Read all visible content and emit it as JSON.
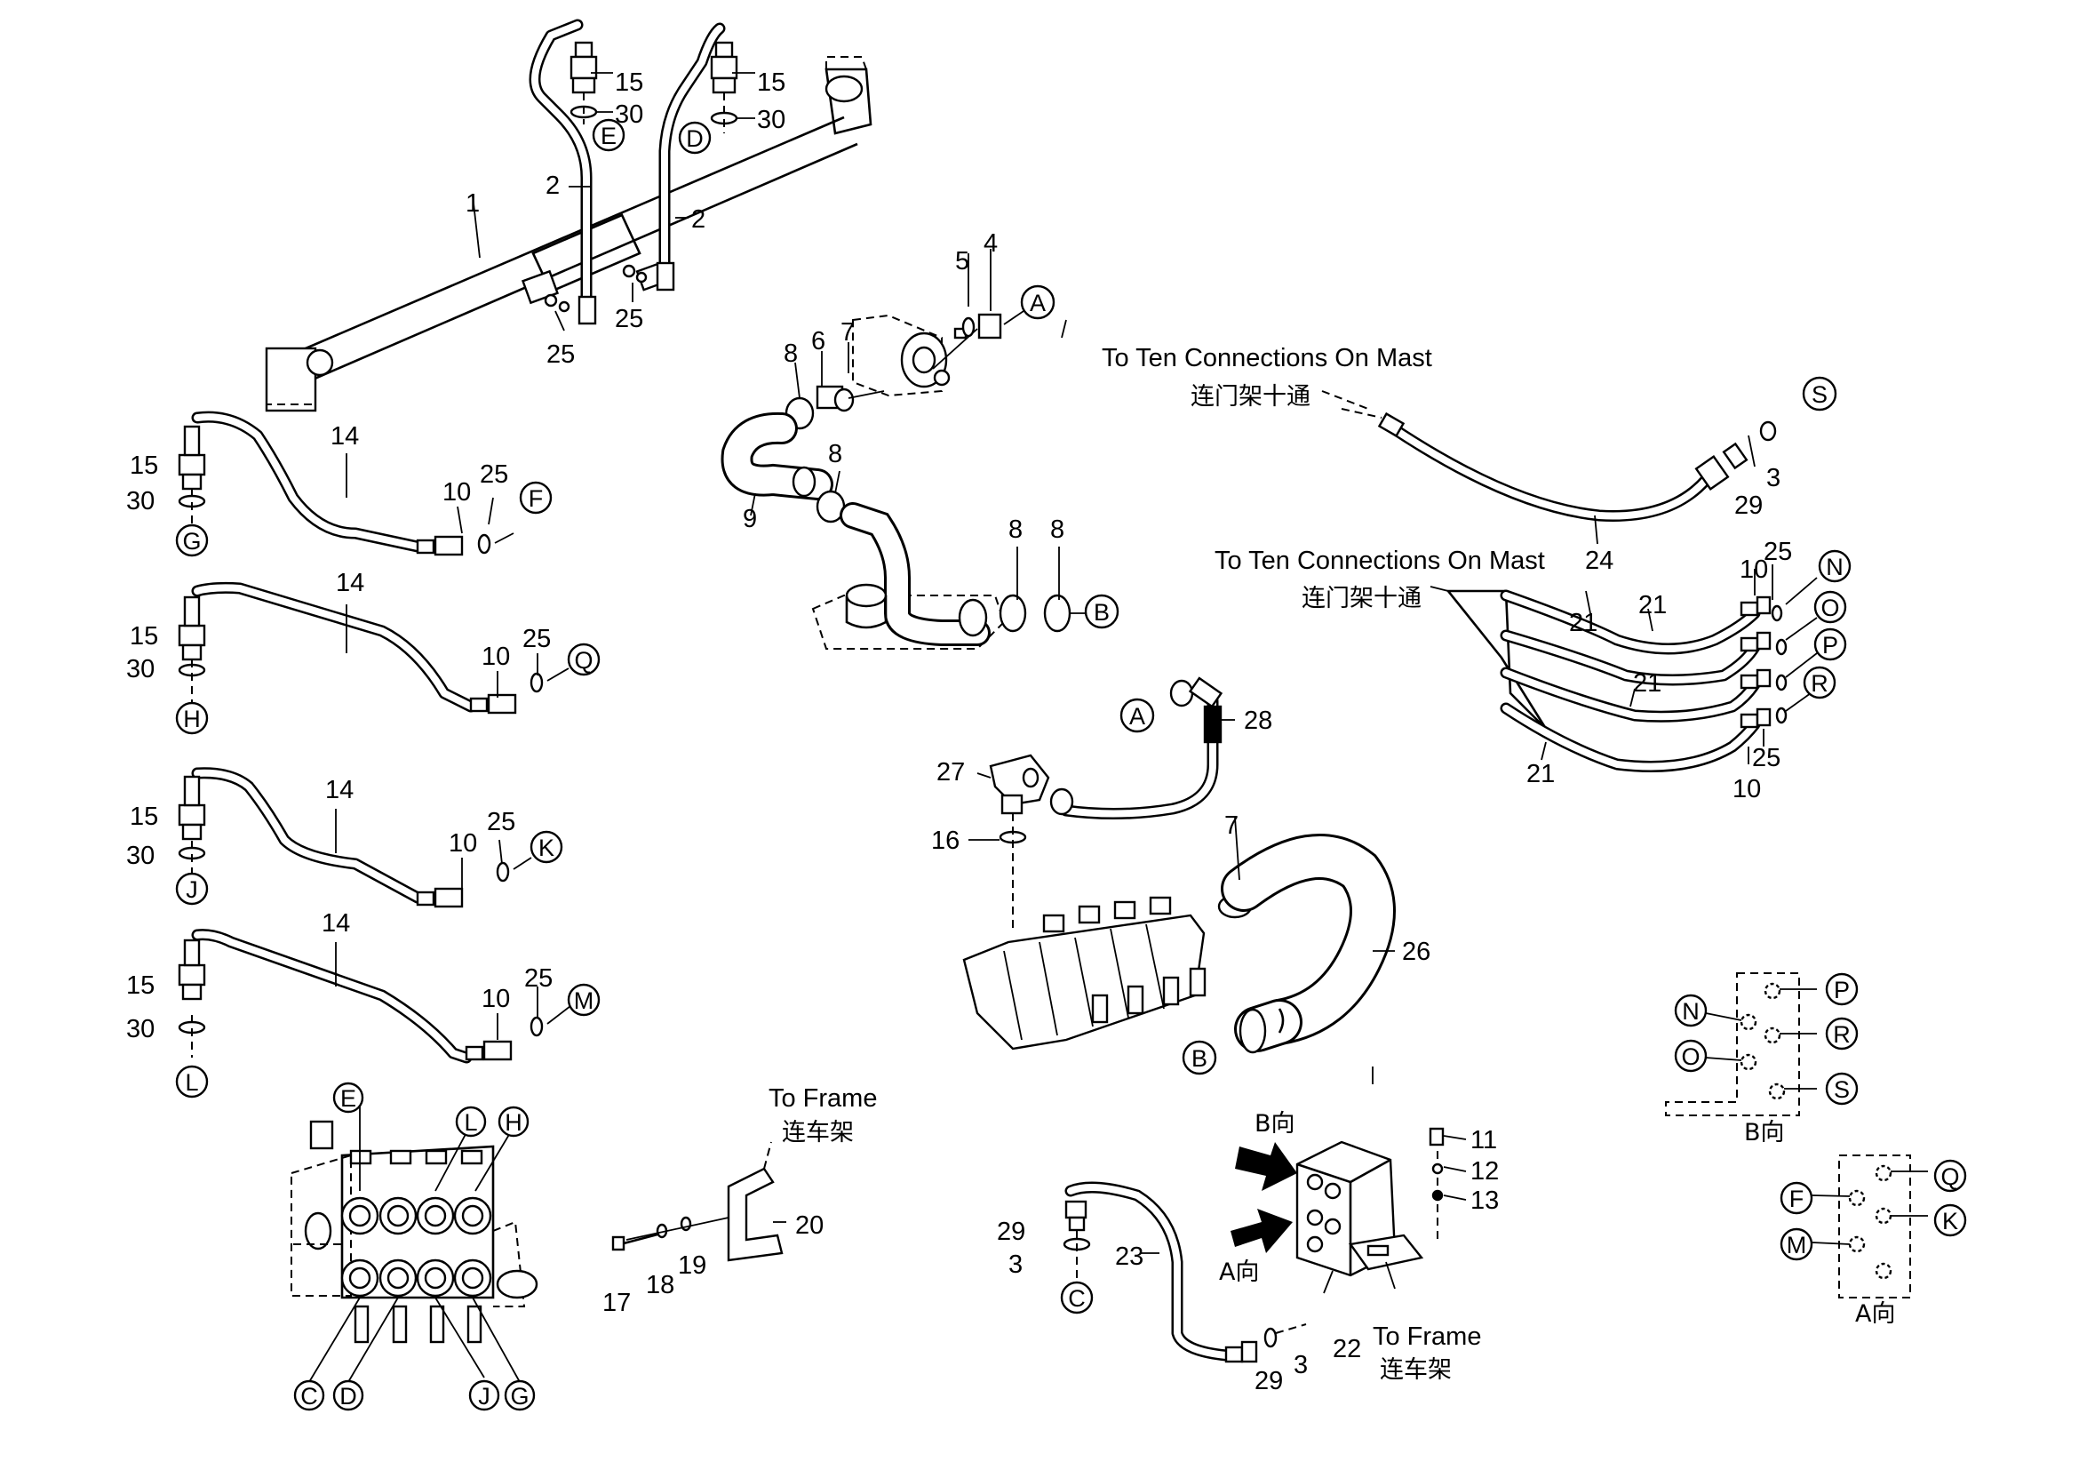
{
  "labels": {
    "l1": "1",
    "l2a": "2",
    "l2b": "2",
    "l3a": "3",
    "l3b": "3",
    "l3c": "3",
    "l4": "4",
    "l5": "5",
    "l6": "6",
    "l7a": "7",
    "l7b": "7",
    "l8a": "8",
    "l8b": "8",
    "l8c": "8",
    "l8d": "8",
    "l9": "9",
    "l10a": "10",
    "l10b": "10",
    "l10c": "10",
    "l10d": "10",
    "l10e": "10",
    "l10f": "10",
    "l11": "11",
    "l12": "12",
    "l13": "13",
    "l14a": "14",
    "l14b": "14",
    "l14c": "14",
    "l14d": "14",
    "l15a": "15",
    "l15b": "15",
    "l15c": "15",
    "l15d": "15",
    "l15e": "15",
    "l15f": "15",
    "l16": "16",
    "l17": "17",
    "l18": "18",
    "l19": "19",
    "l20": "20",
    "l21a": "21",
    "l21b": "21",
    "l21c": "21",
    "l21d": "21",
    "l22": "22",
    "l23": "23",
    "l24": "24",
    "l25a": "25",
    "l25b": "25",
    "l25c": "25",
    "l25d": "25",
    "l25e": "25",
    "l25f": "25",
    "l25g": "25",
    "l25h": "25",
    "l26": "26",
    "l27": "27",
    "l28": "28",
    "l29a": "29",
    "l29b": "29",
    "l29c": "29",
    "l30a": "30",
    "l30b": "30",
    "l30c": "30",
    "l30d": "30",
    "l30e": "30",
    "l30f": "30"
  },
  "circles": {
    "A": "A",
    "B": "B",
    "C": "C",
    "D": "D",
    "E": "E",
    "F": "F",
    "G": "G",
    "H": "H",
    "J": "J",
    "K": "K",
    "L": "L",
    "M": "M",
    "N": "N",
    "O": "O",
    "P": "P",
    "Q": "Q",
    "R": "R",
    "S": "S"
  },
  "captions": {
    "mast_en": "To Ten Connections On Mast",
    "mast_cn": "连门架十通",
    "frame_en": "To Frame",
    "frame_cn": "连车架",
    "view_b": "B向",
    "view_a": "A向"
  }
}
